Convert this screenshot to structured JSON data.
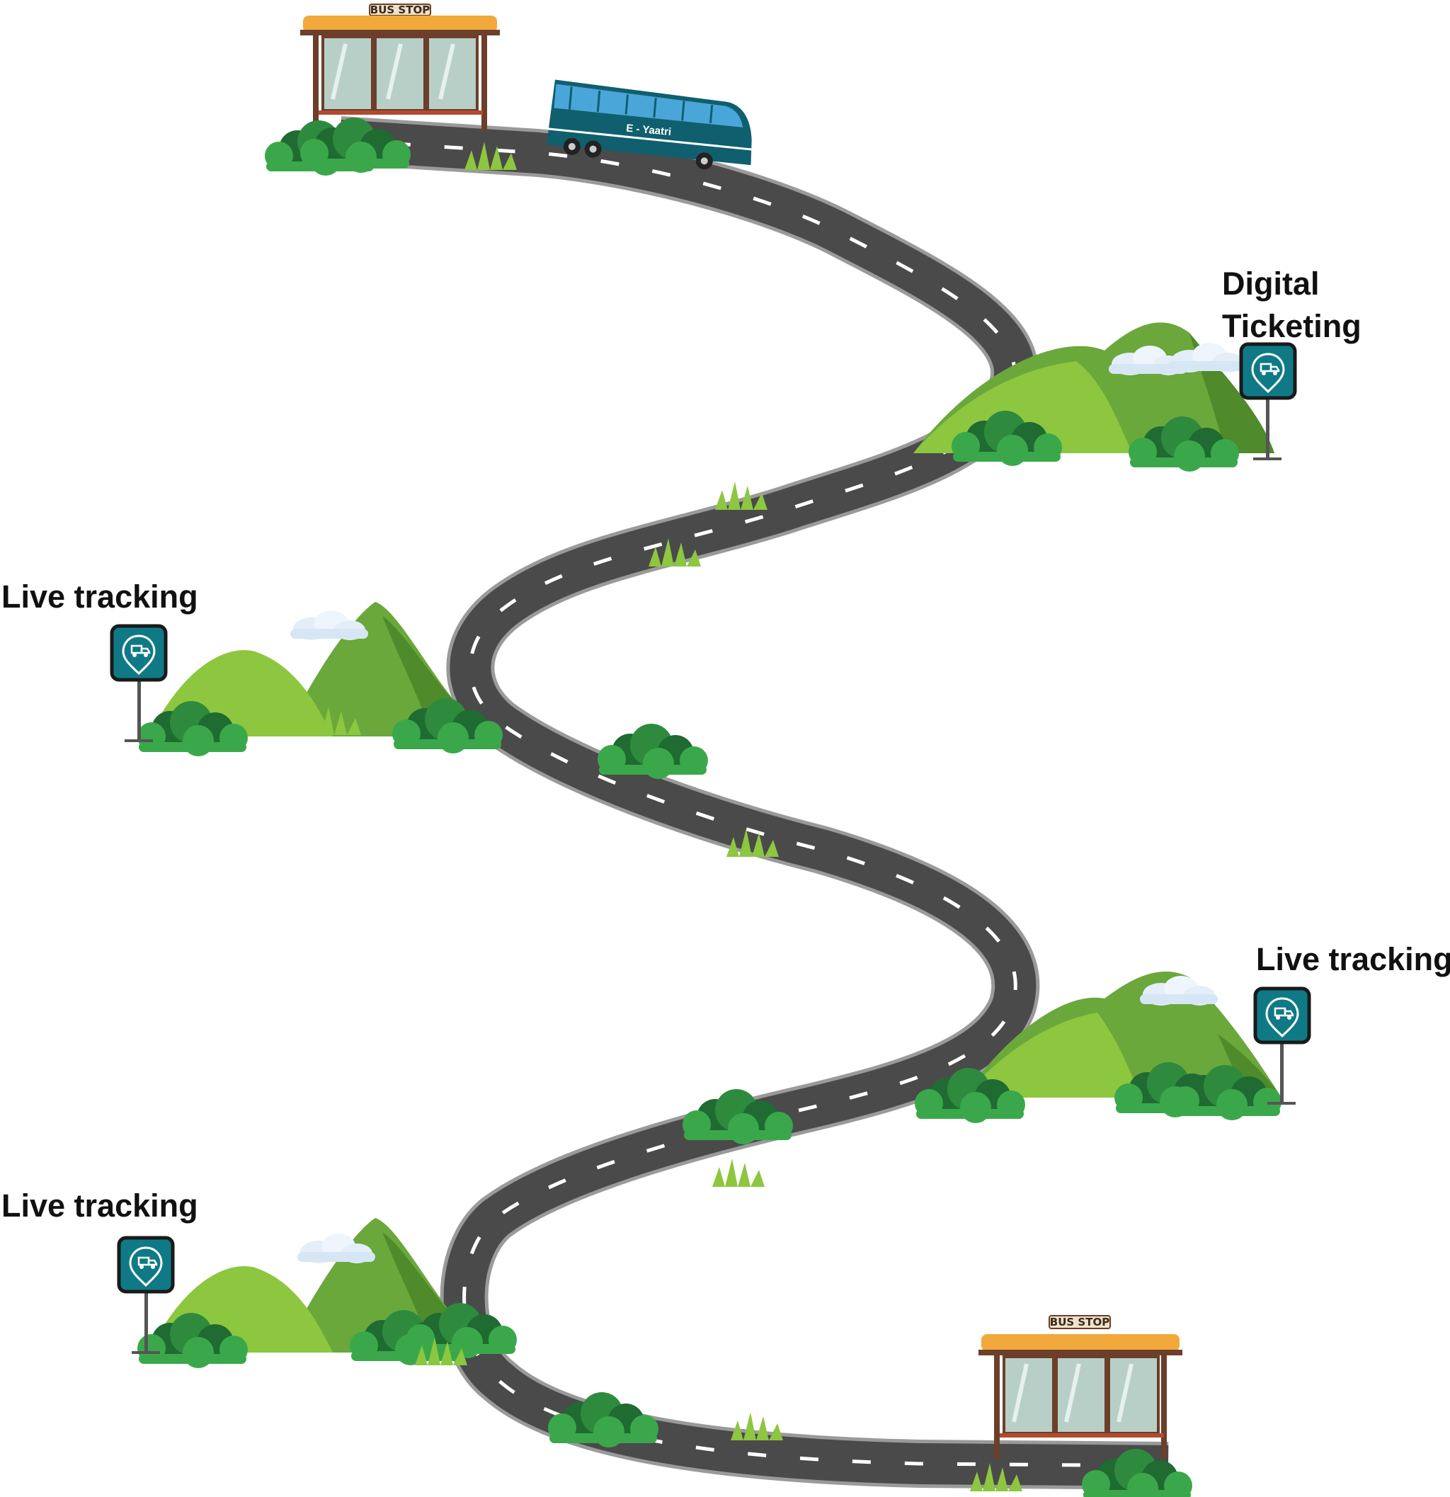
{
  "labels": {
    "digital_ticketing_line1": "Digital",
    "digital_ticketing_line2": "Ticketing",
    "live_tracking_left_upper": "Live tracking",
    "live_tracking_right": "Live tracking",
    "live_tracking_left_lower": "Live tracking"
  },
  "bus_stop_sign": "BUS STOP",
  "bus_brand": "E - Yaatri",
  "colors": {
    "road": "#4a4a4a",
    "road_edge": "#9a9a9a",
    "lane_marking": "#ffffff",
    "hill_light": "#8dc63f",
    "hill_mid": "#6aa83b",
    "hill_dark": "#4f8a2b",
    "bush_light": "#3aa84a",
    "bush_dark": "#1f6b32",
    "sign_teal": "#0f7a86",
    "sign_border": "#1a1a1a",
    "shelter_roof": "#f2a93b",
    "shelter_frame": "#6b3f2a",
    "glass": "#b8cfc8",
    "bus_body": "#0f5f6e",
    "bus_window": "#4aa6d8"
  },
  "icons": [
    "bus-stop-shelter-icon",
    "bus-icon",
    "location-pin-bus-icon",
    "hill-icon",
    "bush-icon",
    "cloud-icon",
    "grass-icon"
  ]
}
